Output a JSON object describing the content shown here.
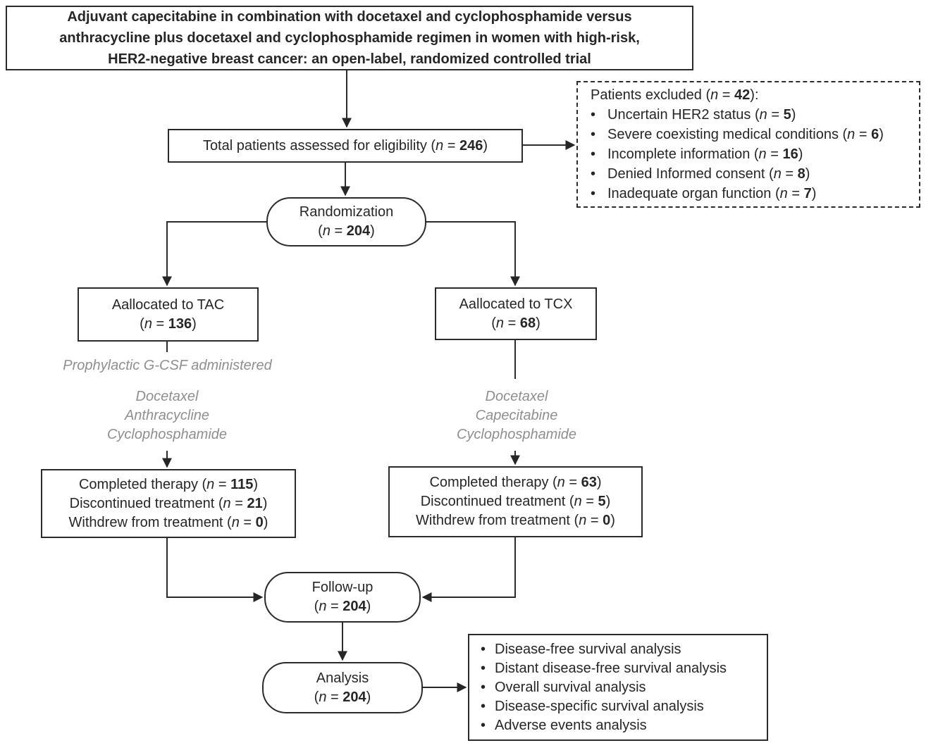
{
  "palette": {
    "ink": "#262626",
    "border": "#2b2b2b",
    "gray_note": "#8f8f8f",
    "background": "#ffffff"
  },
  "title_box": {
    "lines": [
      "Adjuvant capecitabine in combination with docetaxel and cyclophosphamide versus",
      "anthracycline plus docetaxel and cyclophosphamide regimen in women with high-risk,",
      "HER2-negative breast cancer: an open-label, randomized controlled trial"
    ]
  },
  "eligibility_box": {
    "line": [
      {
        "t": "Total patients assessed for eligibility ("
      },
      {
        "t": "n",
        "i": true
      },
      {
        "t": " = "
      },
      {
        "t": "246",
        "b": true
      },
      {
        "t": ")"
      }
    ]
  },
  "excluded_box": {
    "bullet": "•",
    "header": [
      {
        "t": "Patients excluded ("
      },
      {
        "t": "n",
        "i": true
      },
      {
        "t": " = "
      },
      {
        "t": "42",
        "b": true
      },
      {
        "t": "):"
      }
    ],
    "items": [
      [
        {
          "t": "Uncertain HER2 status ("
        },
        {
          "t": "n",
          "i": true
        },
        {
          "t": " = "
        },
        {
          "t": "5",
          "b": true
        },
        {
          "t": ")"
        }
      ],
      [
        {
          "t": "Severe coexisting medical conditions ("
        },
        {
          "t": "n",
          "i": true
        },
        {
          "t": " = "
        },
        {
          "t": "6",
          "b": true
        },
        {
          "t": ")"
        }
      ],
      [
        {
          "t": "Incomplete information ("
        },
        {
          "t": "n",
          "i": true
        },
        {
          "t": " = "
        },
        {
          "t": "16",
          "b": true
        },
        {
          "t": ")"
        }
      ],
      [
        {
          "t": "Denied Informed consent ("
        },
        {
          "t": "n",
          "i": true
        },
        {
          "t": " = "
        },
        {
          "t": "8",
          "b": true
        },
        {
          "t": ")"
        }
      ],
      [
        {
          "t": "Inadequate organ function ("
        },
        {
          "t": "n",
          "i": true
        },
        {
          "t": " = "
        },
        {
          "t": "7",
          "b": true
        },
        {
          "t": ")"
        }
      ]
    ]
  },
  "randomization_node": {
    "line1": "Randomization",
    "line2": [
      {
        "t": "("
      },
      {
        "t": "n",
        "i": true
      },
      {
        "t": " = "
      },
      {
        "t": "204",
        "b": true
      },
      {
        "t": ")"
      }
    ]
  },
  "allocation_tac_node": {
    "line1": "Aallocated to TAC",
    "line2": [
      {
        "t": "("
      },
      {
        "t": "n",
        "i": true
      },
      {
        "t": " = "
      },
      {
        "t": "136",
        "b": true
      },
      {
        "t": ")"
      }
    ]
  },
  "allocation_tcx_node": {
    "line1": "Aallocated to TCX",
    "line2": [
      {
        "t": "("
      },
      {
        "t": "n",
        "i": true
      },
      {
        "t": " = "
      },
      {
        "t": "68",
        "b": true
      },
      {
        "t": ")"
      }
    ]
  },
  "gcsf_note": {
    "text": "Prophylactic G-CSF administered"
  },
  "tac_regimen_note": {
    "drugs": [
      "Docetaxel",
      "Anthracycline",
      "Cyclophosphamide"
    ]
  },
  "tcx_regimen_note": {
    "drugs": [
      "Docetaxel",
      "Capecitabine",
      "Cyclophosphamide"
    ]
  },
  "completed_tac_box": {
    "lines": [
      [
        {
          "t": "Completed therapy ("
        },
        {
          "t": "n",
          "i": true
        },
        {
          "t": " = "
        },
        {
          "t": "115",
          "b": true
        },
        {
          "t": ")"
        }
      ],
      [
        {
          "t": "Discontinued treatment ("
        },
        {
          "t": "n",
          "i": true
        },
        {
          "t": " = "
        },
        {
          "t": "21",
          "b": true
        },
        {
          "t": ")"
        }
      ],
      [
        {
          "t": "Withdrew from treatment ("
        },
        {
          "t": "n",
          "i": true
        },
        {
          "t": " = "
        },
        {
          "t": "0",
          "b": true
        },
        {
          "t": ")"
        }
      ]
    ]
  },
  "completed_tcx_box": {
    "lines": [
      [
        {
          "t": "Completed therapy ("
        },
        {
          "t": "n",
          "i": true
        },
        {
          "t": " = "
        },
        {
          "t": "63",
          "b": true
        },
        {
          "t": ")"
        }
      ],
      [
        {
          "t": "Discontinued treatment ("
        },
        {
          "t": "n",
          "i": true
        },
        {
          "t": " = "
        },
        {
          "t": "5",
          "b": true
        },
        {
          "t": ")"
        }
      ],
      [
        {
          "t": "Withdrew from treatment ("
        },
        {
          "t": "n",
          "i": true
        },
        {
          "t": " = "
        },
        {
          "t": "0",
          "b": true
        },
        {
          "t": ")"
        }
      ]
    ]
  },
  "followup_node": {
    "line1": "Follow-up",
    "line2": [
      {
        "t": "("
      },
      {
        "t": "n",
        "i": true
      },
      {
        "t": " = "
      },
      {
        "t": "204",
        "b": true
      },
      {
        "t": ")"
      }
    ]
  },
  "analysis_node": {
    "line1": "Analysis",
    "line2": [
      {
        "t": "("
      },
      {
        "t": "n",
        "i": true
      },
      {
        "t": " = "
      },
      {
        "t": "204",
        "b": true
      },
      {
        "t": ")"
      }
    ]
  },
  "outcomes_box": {
    "bullet": "•",
    "items": [
      "Disease-free survival analysis",
      "Distant disease-free survival analysis",
      "Overall survival analysis",
      "Disease-specific survival analysis",
      "Adverse events analysis"
    ]
  }
}
